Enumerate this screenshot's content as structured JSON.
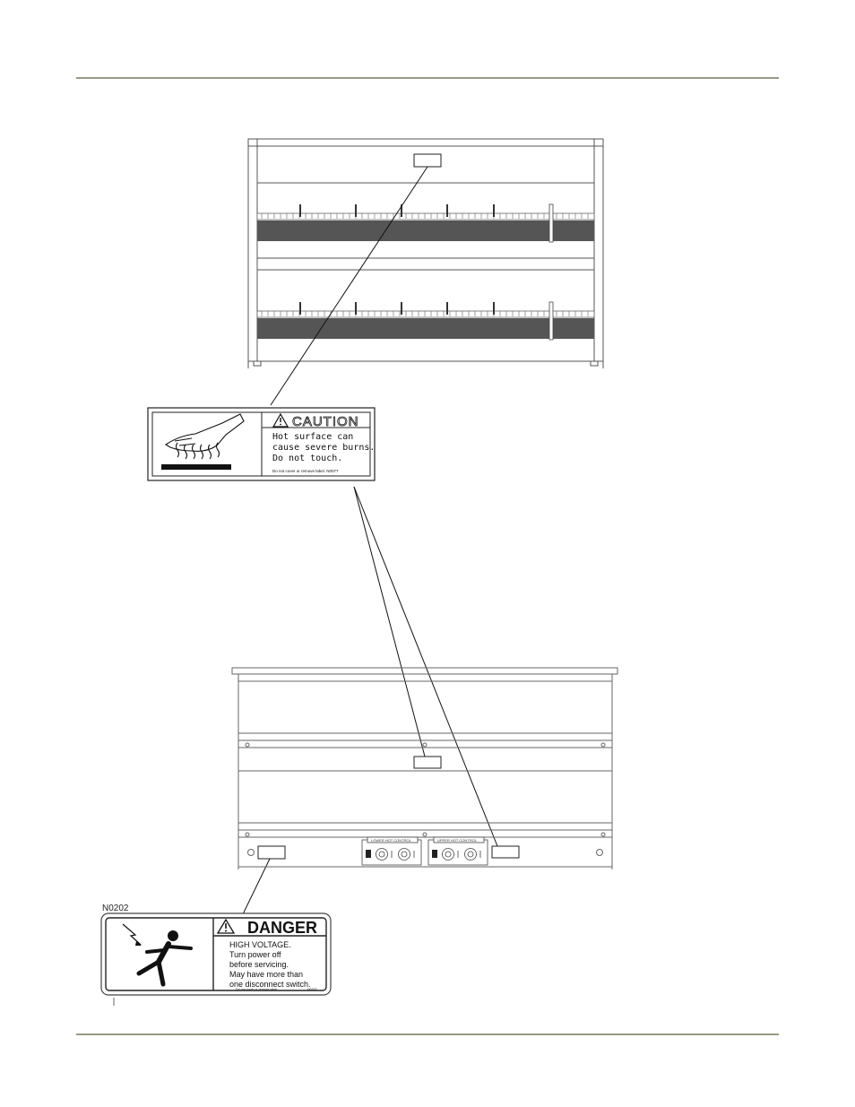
{
  "caution_label": {
    "heading": "CAUTION",
    "lines": [
      "Hot surface can",
      "cause severe burns.",
      "Do not touch."
    ],
    "fine_print": "Do not cover or remove label.  N0077"
  },
  "danger_label": {
    "code": "N0202",
    "heading": "DANGER",
    "lines": [
      "HIGH VOLTAGE.",
      "Turn power off",
      "before servicing.",
      "May have more than",
      "one disconnect switch."
    ],
    "fine_print": "Do not cover or remove label.",
    "fine_code": "N0202"
  },
  "panel": {
    "left_switch_caption": "LOWER  HOT  CONTROL",
    "right_switch_caption": "UPPER  HOT  CONTROL"
  }
}
